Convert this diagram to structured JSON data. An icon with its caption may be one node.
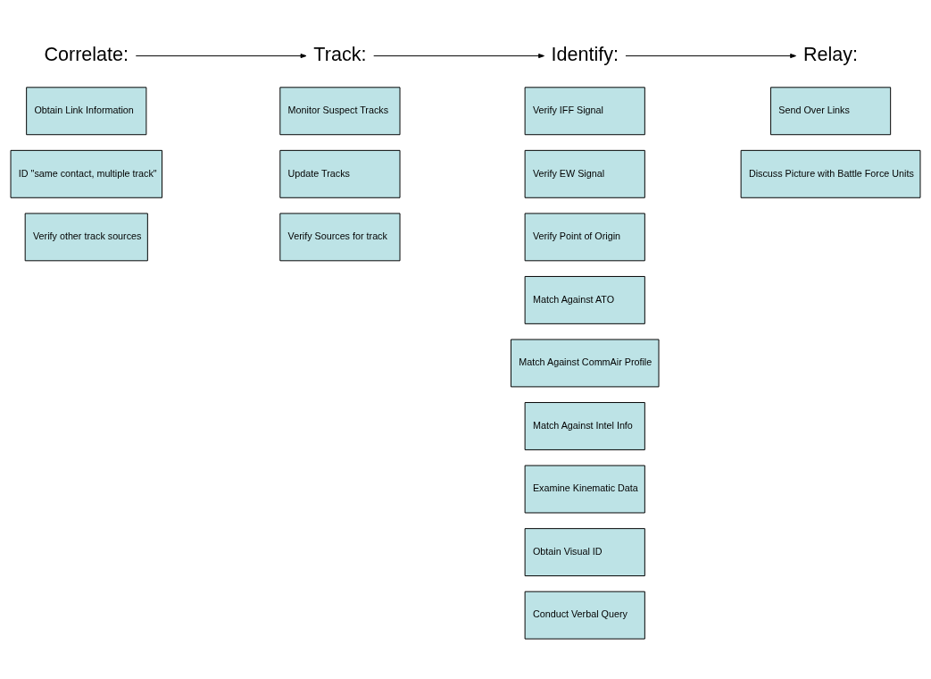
{
  "diagram": {
    "nodes": [
      {
        "text": [
          "Correlate:"
        ]
      },
      {
        "text": [
          "Track:"
        ]
      },
      {
        "text": [
          "Identify:"
        ]
      },
      {
        "text": [
          "Relay:"
        ]
      },
      {
        "text": [
          "Obtain Link Information"
        ]
      },
      {
        "text": [
          "ID \"same contact, multiple track\""
        ]
      },
      {
        "text": [
          "Verify other track sources"
        ]
      },
      {
        "text": [
          "Monitor Suspect Tracks"
        ]
      },
      {
        "text": [
          "Update Tracks"
        ]
      },
      {
        "text": [
          "Verify Sources for track"
        ]
      },
      {
        "text": [
          "Verify IFF Signal"
        ]
      },
      {
        "text": [
          "Verify EW Signal"
        ]
      },
      {
        "text": [
          "Verify Point of Origin"
        ]
      },
      {
        "text": [
          "Match Against ATO"
        ]
      },
      {
        "text": [
          "Match Against CommAir Profile"
        ]
      },
      {
        "text": [
          "Match Against Intel Info"
        ]
      },
      {
        "text": [
          "Examine Kinematic Data"
        ]
      },
      {
        "text": [
          "Obtain Visual ID"
        ]
      },
      {
        "text": [
          "Conduct Verbal Query"
        ]
      },
      {
        "text": [
          "Send Over Links"
        ]
      },
      {
        "text": [
          "Discuss Picture with Battle Force Units"
        ]
      }
    ],
    "edges": [
      {
        "from": 0,
        "to": 1,
        "arrow": "to"
      },
      {
        "from": 1,
        "to": 2,
        "arrow": "to"
      },
      {
        "from": 2,
        "to": 3,
        "arrow": "to"
      }
    ]
  }
}
